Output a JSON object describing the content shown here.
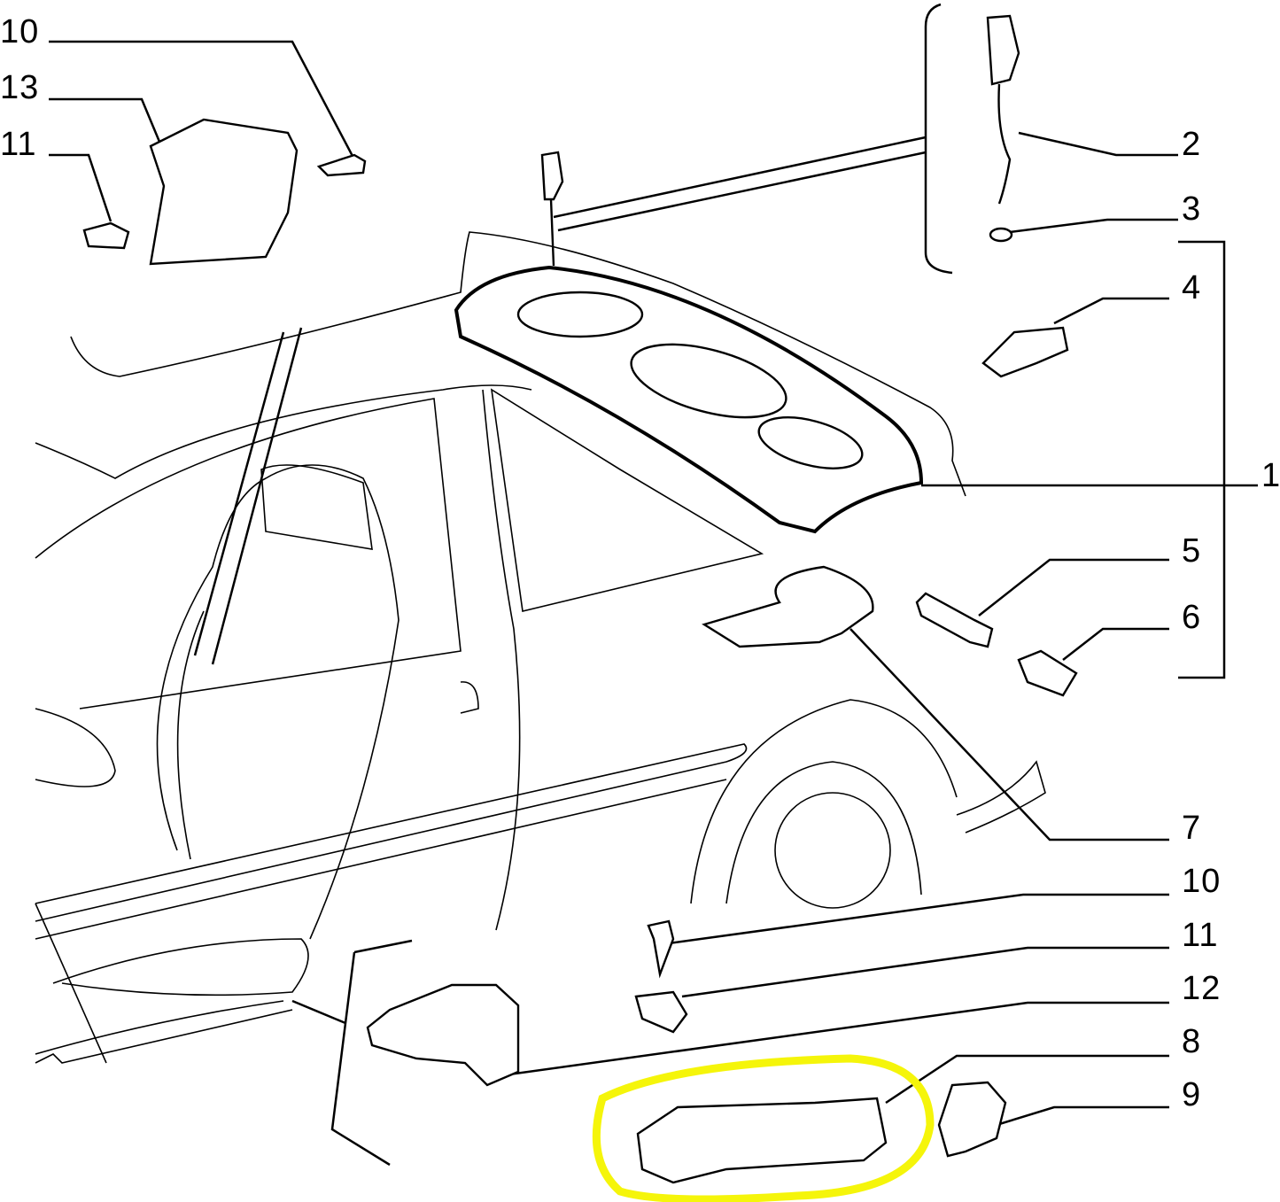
{
  "title": "Rear parcel shelf and trim parts diagram",
  "callouts": [
    {
      "id": "c10a",
      "text": "10"
    },
    {
      "id": "c13",
      "text": "13"
    },
    {
      "id": "c11a",
      "text": "11"
    },
    {
      "id": "c2",
      "text": "2"
    },
    {
      "id": "c3",
      "text": "3"
    },
    {
      "id": "c4",
      "text": "4"
    },
    {
      "id": "c1",
      "text": "1"
    },
    {
      "id": "c5",
      "text": "5"
    },
    {
      "id": "c6",
      "text": "6"
    },
    {
      "id": "c7",
      "text": "7"
    },
    {
      "id": "c10b",
      "text": "10"
    },
    {
      "id": "c11b",
      "text": "11"
    },
    {
      "id": "c12",
      "text": "12"
    },
    {
      "id": "c8",
      "text": "8"
    },
    {
      "id": "c9",
      "text": "9"
    }
  ],
  "highlight": {
    "part": "8",
    "color": "#f5f50a"
  }
}
